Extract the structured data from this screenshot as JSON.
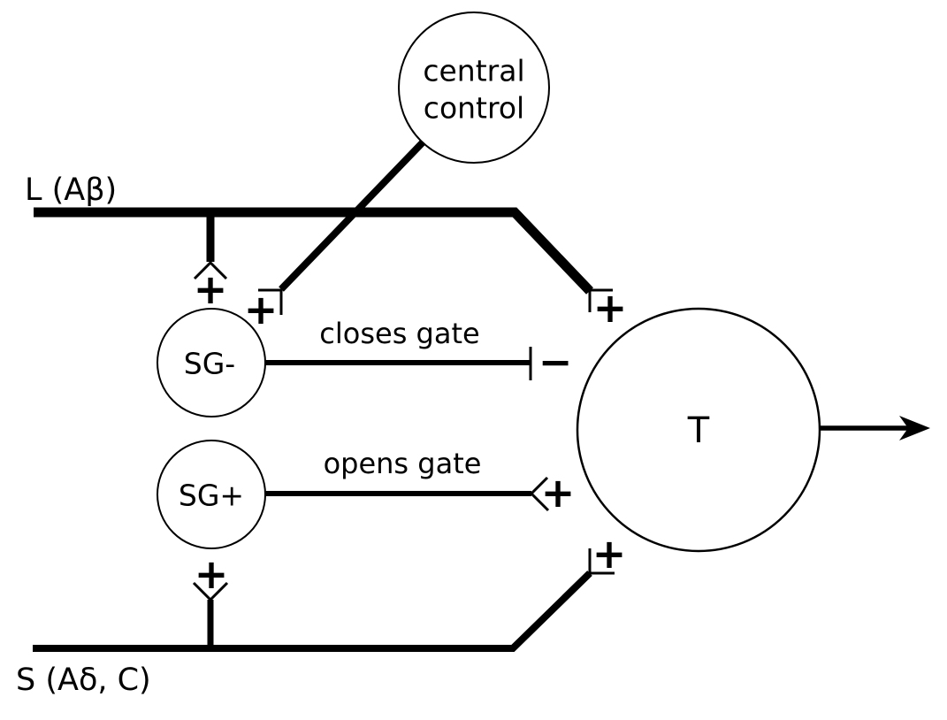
{
  "diagram": {
    "background_color": "#ffffff",
    "line_color": "#000000",
    "labels": {
      "central_control_line1": "central",
      "central_control_line2": "control",
      "l_fiber": "L (Aβ)",
      "s_fiber": "S (Aδ, C)",
      "sg_minus": "SG-",
      "sg_plus": "SG+",
      "t_cell": "T",
      "closes_gate": "closes gate",
      "opens_gate": "opens gate"
    },
    "signs": {
      "l_branch_to_sg": "+",
      "central_control_terminal": "+",
      "closes_gate_terminal": "−",
      "opens_gate_terminal": "+",
      "l_to_t_terminal": "+",
      "s_to_t_terminal": "+",
      "s_branch_to_sg": "+"
    }
  }
}
